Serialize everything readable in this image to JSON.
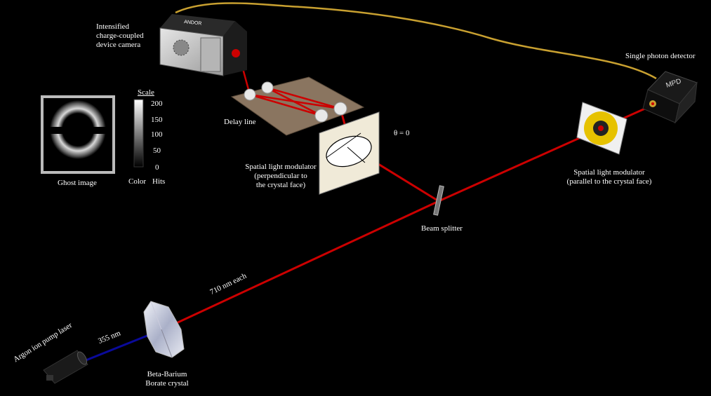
{
  "colors": {
    "background": "#000000",
    "beam": "#cc0000",
    "pump_beam": "#0a0a9a",
    "cable": "#c8a030",
    "slm_ring": "#e6c200"
  },
  "labels": {
    "iccd_line1": "Intensified",
    "iccd_line2": "charge-coupled",
    "iccd_line3": "device camera",
    "camera_brand": "ANDOR",
    "detector": "Single photon detector",
    "detector_brand": "MPD",
    "delay_line": "Delay line",
    "theta": "θ = 0",
    "slm_left_line1": "Spatial light modulator",
    "slm_left_line2": "(perpendicular to",
    "slm_left_line3": "the crystal face)",
    "slm_right_line1": "Spatial light modulator",
    "slm_right_line2": "(parallel to the crystal face)",
    "beam_splitter": "Beam splitter",
    "wavelength_710": "710 nm each",
    "wavelength_355": "355 nm",
    "laser": "Argon ion pump laser",
    "crystal_line1": "Beta-Barium",
    "crystal_line2": "Borate crystal",
    "ghost_image": "Ghost image"
  },
  "scale": {
    "title": "Scale",
    "ticks": [
      "200",
      "150",
      "100",
      "50",
      "0"
    ],
    "color_label": "Color",
    "hits_label": "Hits"
  }
}
